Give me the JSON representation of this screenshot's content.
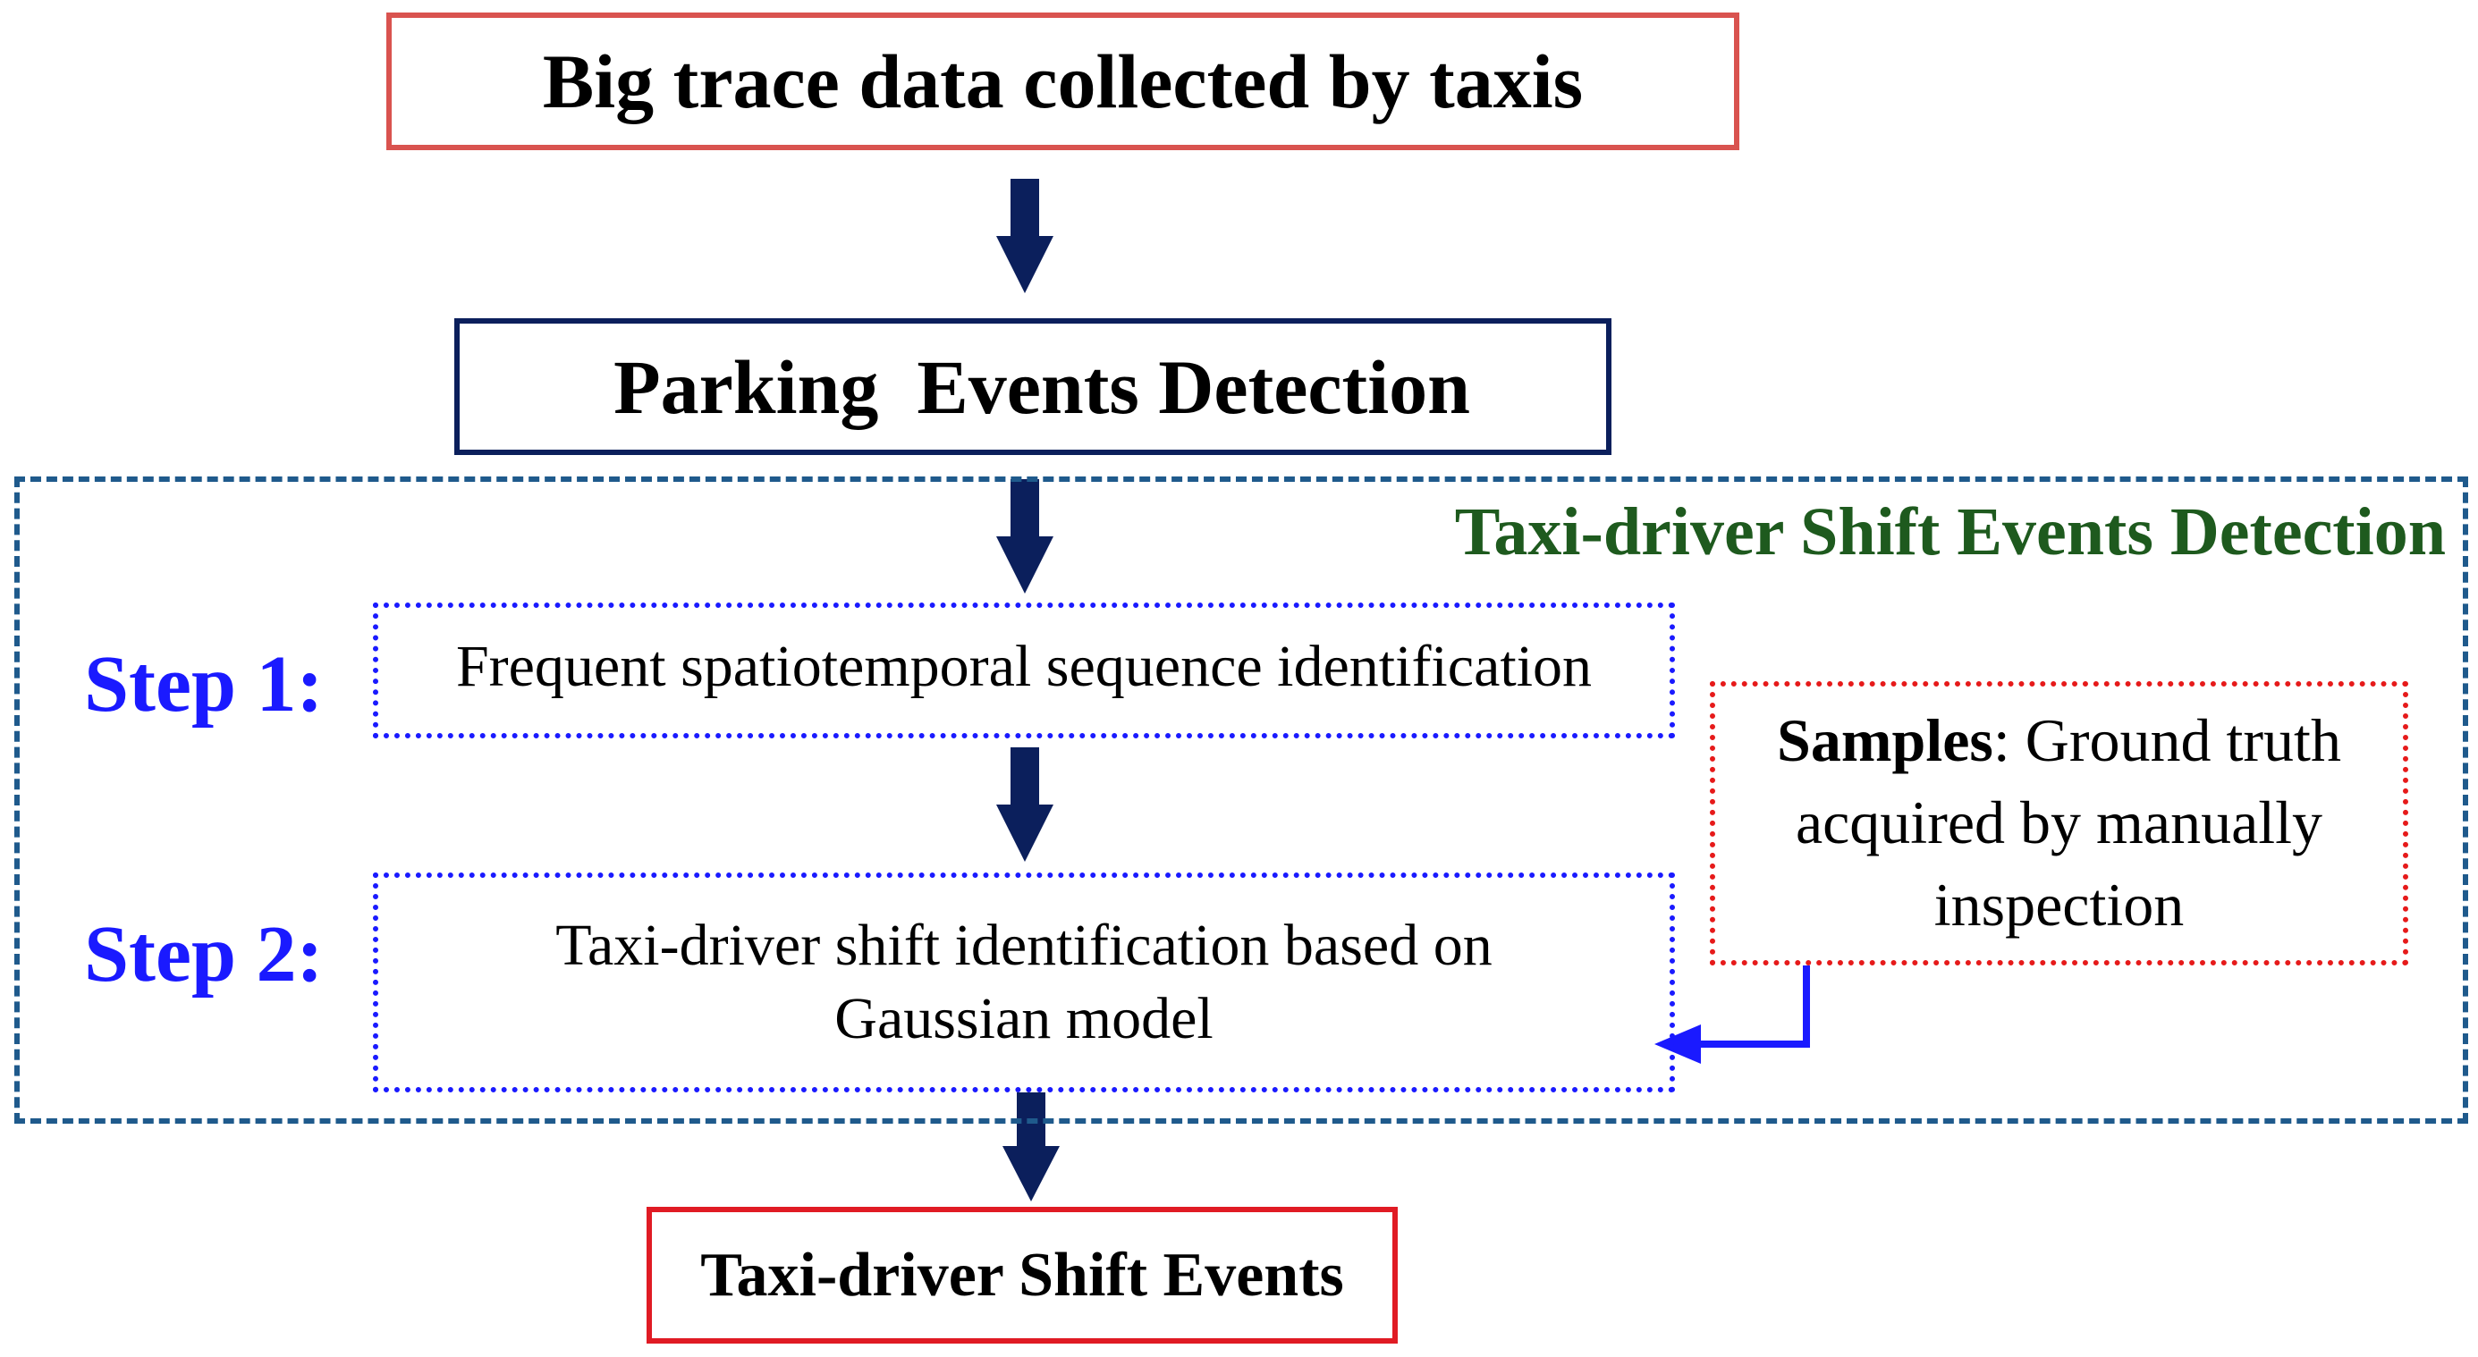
{
  "nodes": {
    "top": "Big trace data collected by taxis",
    "parking": "Parking  Events Detection",
    "region_title": "Taxi-driver Shift Events Detection",
    "step1_label": "Step 1:",
    "step1_text": "Frequent spatiotemporal sequence identification",
    "step2_label": "Step 2:",
    "step2_line1": "Taxi-driver shift identification based on",
    "step2_line2": "Gaussian model",
    "samples_bold": "Samples",
    "samples_rest": ": Ground truth",
    "samples_line2": "acquired by manually",
    "samples_line3": "inspection",
    "result": "Taxi-driver Shift Events"
  },
  "colors": {
    "arrow": "#0b1f5c",
    "feedback_arrow": "#1a1aff",
    "top_border": "#d9534f",
    "region_border": "#1f5a8c",
    "region_title": "#1e5a1e",
    "step": "#1a1aff",
    "samples_border": "#e61a1a",
    "result_border": "#e01b24"
  }
}
